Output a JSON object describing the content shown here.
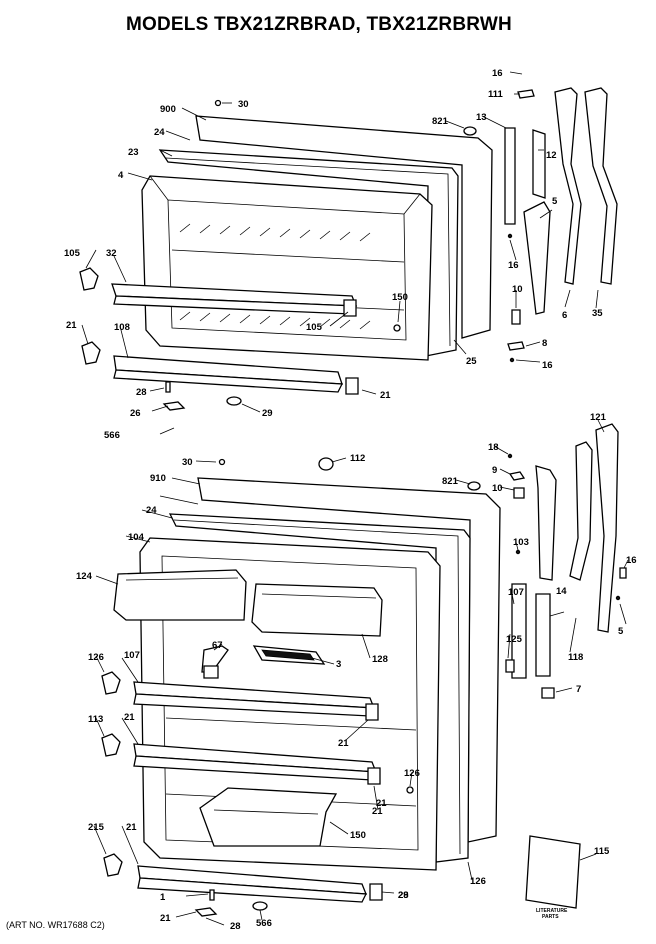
{
  "title": "MODELS TBX21ZRBRAD, TBX21ZRBRWH",
  "art_no": "(ART NO. WR17688 C2)",
  "literature_text": [
    "LITERATURE",
    "PARTS"
  ],
  "freezer_labels": [
    "16",
    "111",
    "13",
    "12",
    "900",
    "30",
    "821",
    "24",
    "23",
    "4",
    "5",
    "16",
    "105",
    "32",
    "10",
    "6",
    "35",
    "150",
    "105",
    "8",
    "21",
    "108",
    "25",
    "16",
    "28",
    "21",
    "26",
    "29",
    "566"
  ],
  "fresh_labels": [
    "121",
    "18",
    "112",
    "30",
    "9",
    "910",
    "821",
    "10",
    "24",
    "104",
    "103",
    "16",
    "124",
    "107",
    "14",
    "5",
    "125",
    "67",
    "3",
    "128",
    "118",
    "107",
    "7",
    "126",
    "21",
    "113",
    "21",
    "126",
    "21",
    "150",
    "21",
    "215",
    "21",
    "126",
    "115",
    "1",
    "28",
    "21",
    "28",
    "566",
    "29"
  ]
}
